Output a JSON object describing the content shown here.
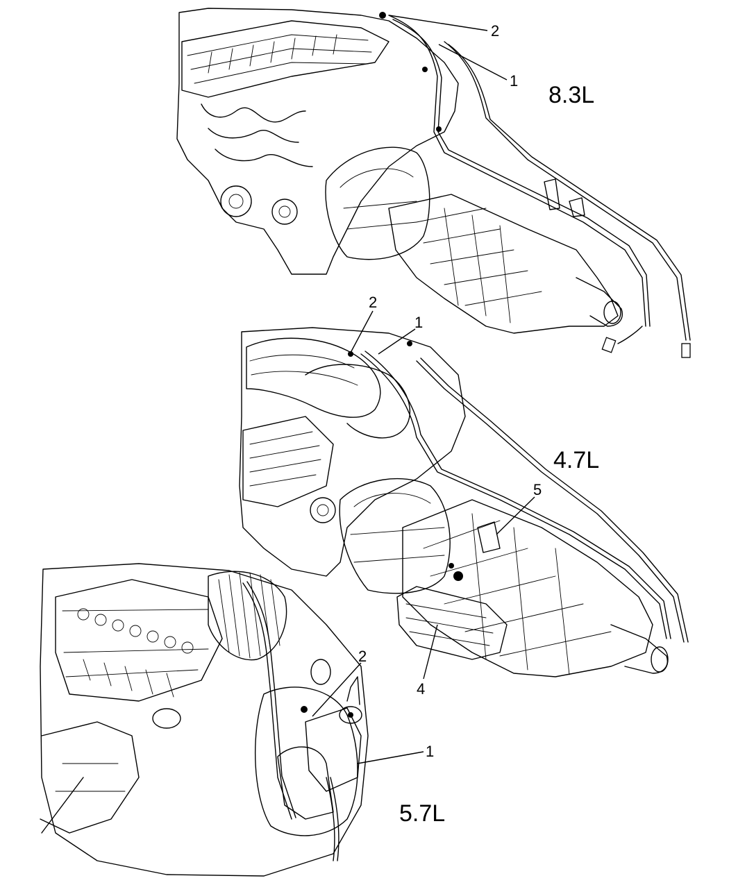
{
  "engines": [
    {
      "id": "v10",
      "label": "8.3L",
      "callouts": [
        {
          "id": "v10-2",
          "text": "2"
        },
        {
          "id": "v10-1",
          "text": "1"
        }
      ]
    },
    {
      "id": "v8-47",
      "label": "4.7L",
      "callouts": [
        {
          "id": "v847-2",
          "text": "2"
        },
        {
          "id": "v847-1",
          "text": "1"
        },
        {
          "id": "v847-5",
          "text": "5"
        },
        {
          "id": "v847-4",
          "text": "4"
        }
      ]
    },
    {
      "id": "v8-57",
      "label": "5.7L",
      "callouts": [
        {
          "id": "v857-2",
          "text": "2"
        },
        {
          "id": "v857-1",
          "text": "1"
        }
      ]
    }
  ]
}
